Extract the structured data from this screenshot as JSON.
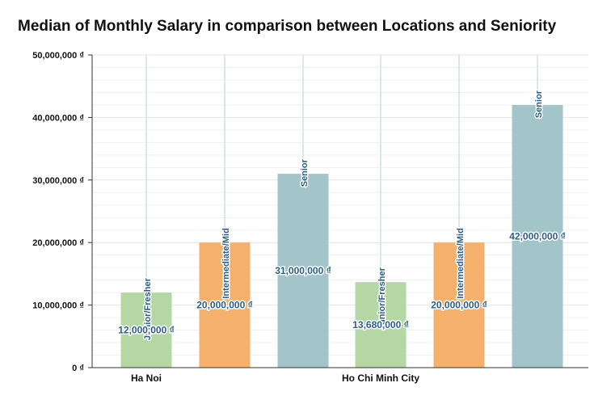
{
  "chart_data": {
    "type": "bar",
    "title": "Median of Monthly Salary in comparison between Locations and Seniority",
    "categories": [
      "Ha Noi",
      "Ho Chi Minh City"
    ],
    "series": [
      {
        "name": "Junior/Fresher",
        "values": [
          12000000,
          13680000
        ],
        "color": "#b5d7a3"
      },
      {
        "name": "Intermediate/Mid",
        "values": [
          20000000,
          20000000
        ],
        "color": "#f5b06c"
      },
      {
        "name": "Senior",
        "values": [
          31000000,
          42000000
        ],
        "color": "#a3c4c8"
      }
    ],
    "value_labels": [
      [
        "12,000,000 ₫",
        "13,680,000 ₫"
      ],
      [
        "20,000,000 ₫",
        "20,000,000 ₫"
      ],
      [
        "31,000,000 ₫",
        "42,000,000 ₫"
      ]
    ],
    "ylim": [
      0,
      50000000
    ],
    "y_ticks": [
      0,
      10000000,
      20000000,
      30000000,
      40000000,
      50000000
    ],
    "y_tick_labels": [
      "0 ₫",
      "10,000,000 ₫",
      "20,000,000 ₫",
      "30,000,000 ₫",
      "40,000,000 ₫",
      "50,000,000 ₫"
    ],
    "grid": true,
    "legend": "none",
    "xlabel": "",
    "ylabel": ""
  }
}
